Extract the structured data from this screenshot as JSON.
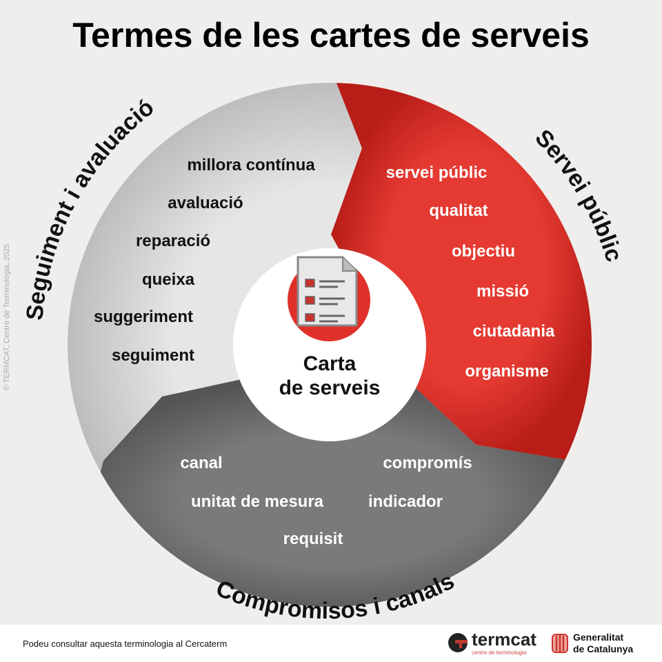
{
  "title": "Termes de les cartes de serveis",
  "center": {
    "line1": "Carta",
    "line2": "de serveis",
    "icon": "checklist-document-icon"
  },
  "sections": {
    "seguiment": {
      "label": "Seguiment i avaluació",
      "terms": [
        "millora contínua",
        "avaluació",
        "reparació",
        "queixa",
        "suggeriment",
        "seguiment"
      ]
    },
    "servei": {
      "label": "Servei públic",
      "terms": [
        "servei públic",
        "qualitat",
        "objectiu",
        "missió",
        "ciutadania",
        "organisme"
      ]
    },
    "compromisos": {
      "label": "Compromisos i canals",
      "terms": [
        "canal",
        "compromís",
        "unitat de mesura",
        "indicador",
        "requisit"
      ]
    }
  },
  "colors": {
    "red": "#e0302a",
    "light": "#d9d9d9",
    "dark": "#6e6e6e",
    "bg": "#efeeec"
  },
  "copyright": "© TERMCAT, Centre de Terminologia, 2025",
  "footer": {
    "text": "Podeu consultar aquesta terminologia al Cercaterm",
    "termcat": "termcat",
    "termcat_sub": "centre de terminologia",
    "gen1": "Generalitat",
    "gen2": "de Catalunya"
  }
}
